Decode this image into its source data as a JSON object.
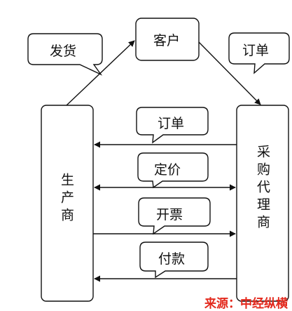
{
  "nodes": {
    "customer": "客户",
    "manufacturer": "生产商",
    "purchasing_agent": "采购代理商"
  },
  "callouts": {
    "ship": "发货",
    "order_top": "订单",
    "order": "订单",
    "pricing": "定价",
    "invoice": "开票",
    "payment": "付款"
  },
  "source": "来源：中经纵横",
  "colors": {
    "stroke": "#111111",
    "source_text": "#e3281c"
  }
}
